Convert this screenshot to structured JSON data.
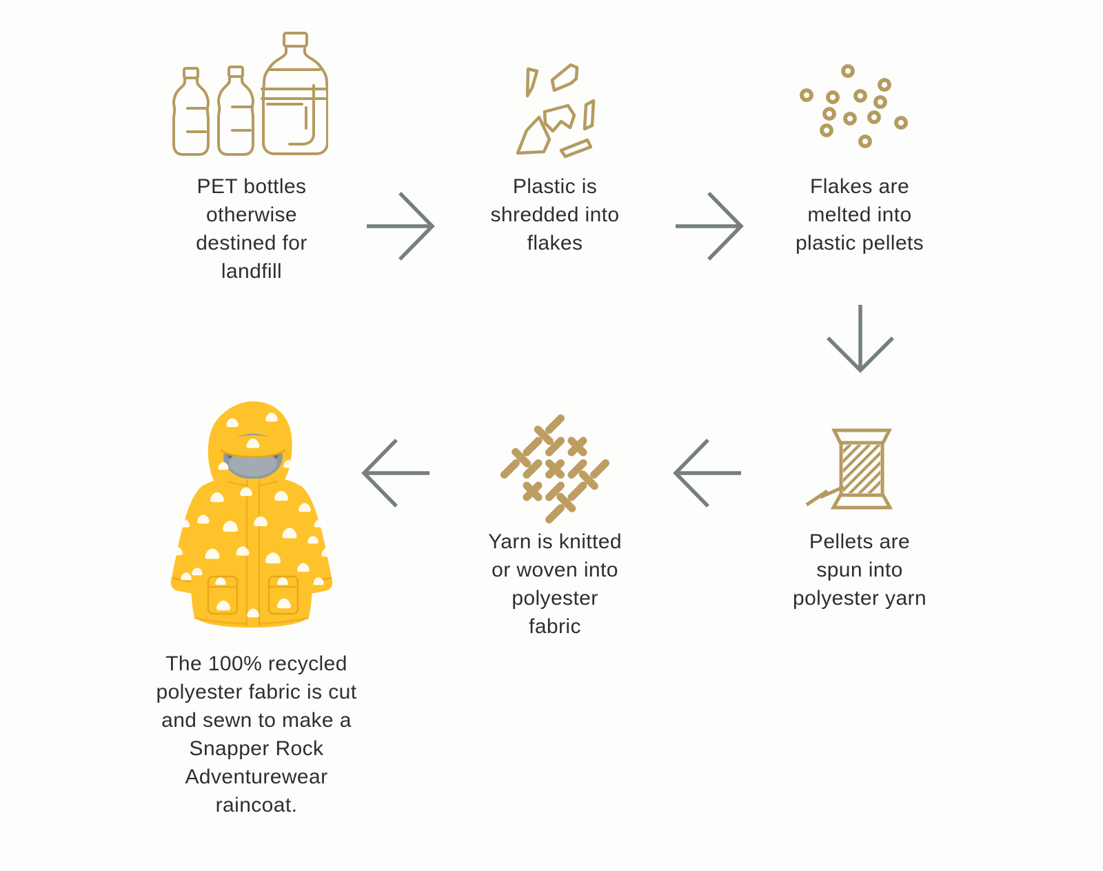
{
  "diagram": {
    "title_implicit": "Recycled PET bottle to raincoat process",
    "background": "#fdfdfc"
  },
  "palette": {
    "icon_gold": "#b59b60",
    "weave_gold": "#bd9d62",
    "arrow_gray": "#75807b",
    "text_color": "#2c2f31",
    "raincoat_yellow": "#fec32b",
    "raincoat_shadow": "#e8a517",
    "hood_lining_gray": "#8f989d"
  },
  "steps": [
    {
      "id": "pet-bottles",
      "icon": "pet-bottles-icon",
      "label": "PET bottles otherwise destined for landfill",
      "lines": [
        "PET bottles",
        "otherwise",
        "destined for",
        "landfill"
      ]
    },
    {
      "id": "flakes",
      "icon": "plastic-flakes-icon",
      "label": "Plastic is shredded into flakes",
      "lines": [
        "Plastic is",
        "shredded into",
        "flakes"
      ]
    },
    {
      "id": "pellets",
      "icon": "plastic-pellets-icon",
      "label": "Flakes are melted into plastic pellets",
      "lines": [
        "Flakes are",
        "melted into",
        "plastic pellets"
      ]
    },
    {
      "id": "yarn",
      "icon": "yarn-spool-icon",
      "label": "Pellets are spun into polyester yarn",
      "lines": [
        "Pellets are",
        "spun into",
        "polyester yarn"
      ]
    },
    {
      "id": "fabric",
      "icon": "woven-fabric-icon",
      "label": "Yarn is knitted or woven into polyester fabric",
      "lines": [
        "Yarn is knitted",
        "or woven into",
        "polyester",
        "fabric"
      ]
    },
    {
      "id": "raincoat",
      "icon": "raincoat-image",
      "label": "The 100% recycled polyester fabric is cut and sewn to make a Snapper Rock Adventurewear raincoat.",
      "lines": [
        "The 100% recycled",
        "polyester fabric is cut",
        "and sewn to make a",
        "Snapper Rock",
        "Adventurewear",
        "raincoat."
      ]
    }
  ],
  "arrows": [
    {
      "from": "pet-bottles",
      "to": "flakes",
      "direction": "right"
    },
    {
      "from": "flakes",
      "to": "pellets",
      "direction": "right"
    },
    {
      "from": "pellets",
      "to": "yarn",
      "direction": "down"
    },
    {
      "from": "yarn",
      "to": "fabric",
      "direction": "left"
    },
    {
      "from": "fabric",
      "to": "raincoat",
      "direction": "left"
    }
  ]
}
